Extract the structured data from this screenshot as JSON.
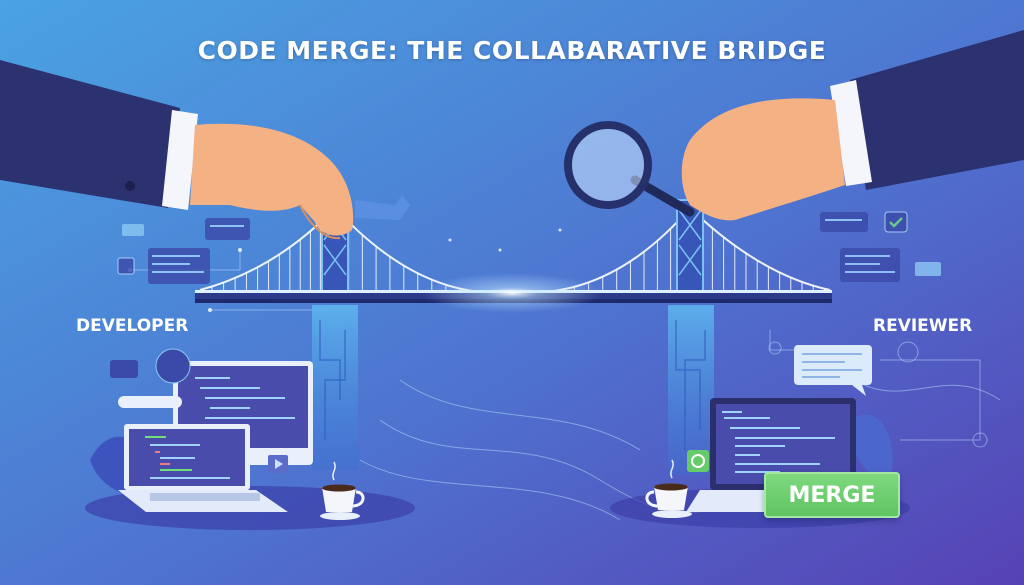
{
  "title": "CODE MERGE: THE COLLABARATIVE BRIDGE",
  "labels": {
    "developer": "DEVELOPER",
    "reviewer": "REVIEWER"
  },
  "merge_button": "MERGE",
  "colors": {
    "bg_start": "#4aa3e2",
    "bg_end": "#5642b4",
    "merge_green": "#66cb69",
    "sleeve": "#2c3270",
    "skin": "#f4b184"
  }
}
